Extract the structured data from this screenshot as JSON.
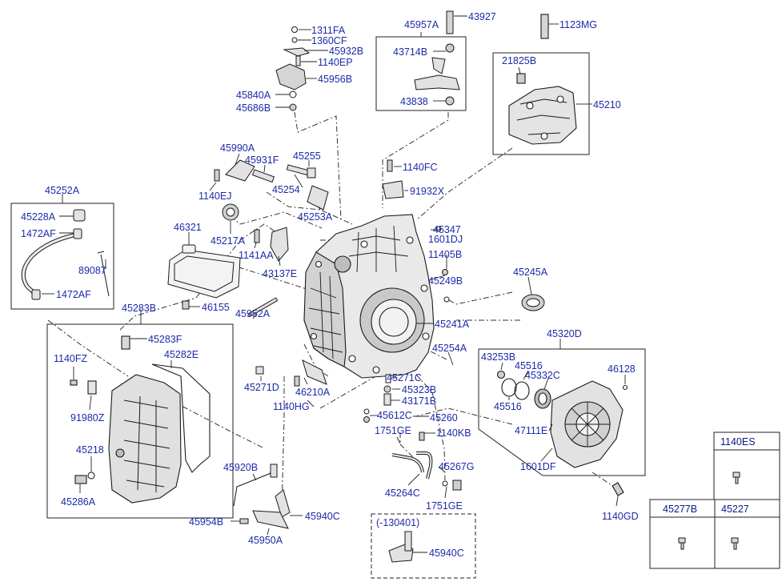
{
  "colors": {
    "label": "#1c2ba8",
    "line": "#222222",
    "leader": "#333333",
    "part_fill": "#e6e6e6",
    "part_stroke": "#1a1a1a"
  },
  "boxes": {
    "left_hose": "45252A",
    "oil_pan": "45283B",
    "lever_bracket": "45957A",
    "mount_bracket": "45210",
    "side_cover": "45320D",
    "variant": "(-130401)"
  },
  "labels": {
    "1311FA": "1311FA",
    "1360CF": "1360CF",
    "45932B": "45932B",
    "1140EP": "1140EP",
    "45956B": "45956B",
    "45840A": "45840A",
    "45686B": "45686B",
    "45957A": "45957A",
    "43927": "43927",
    "43714B": "43714B",
    "43838": "43838",
    "1123MG": "1123MG",
    "21825B": "21825B",
    "45210": "45210",
    "45990A": "45990A",
    "45931F": "45931F",
    "45255": "45255",
    "1140EJ": "1140EJ",
    "45254": "45254",
    "45253A": "45253A",
    "1140FC": "1140FC",
    "91932X": "91932X",
    "45252A": "45252A",
    "45228A": "45228A",
    "1472AF_top": "1472AF",
    "89087": "89087",
    "1472AF_bot": "1472AF",
    "46321": "46321",
    "45217A": "45217A",
    "1141AA": "1141AA",
    "43137E": "43137E",
    "46155": "46155",
    "45952A": "45952A",
    "45347": "45347",
    "1601DJ": "1601DJ",
    "11405B": "11405B",
    "45249B": "45249B",
    "45245A": "45245A",
    "45241A": "45241A",
    "45254A": "45254A",
    "45283B": "45283B",
    "45283F": "45283F",
    "1140FZ": "1140FZ",
    "45282E": "45282E",
    "91980Z": "91980Z",
    "45218": "45218",
    "45286A": "45286A",
    "45271D": "45271D",
    "46210A": "46210A",
    "1140HG": "1140HG",
    "45271C": "45271C",
    "45323B": "45323B",
    "43171B": "43171B",
    "45612C": "45612C",
    "45260": "45260",
    "1751GE_top": "1751GE",
    "1140KB": "1140KB",
    "45267G": "45267G",
    "45264C": "45264C",
    "1751GE_bot": "1751GE",
    "45920B": "45920B",
    "45954B": "45954B",
    "45940C": "45940C",
    "45950A": "45950A",
    "45940C_b": "45940C",
    "45320D": "45320D",
    "43253B": "43253B",
    "45516_a": "45516",
    "45332C": "45332C",
    "46128": "46128",
    "45516_b": "45516",
    "47111E": "47111E",
    "1601DF": "1601DF",
    "1140GD": "1140GD"
  },
  "table": {
    "top": "1140ES",
    "bottom_left": "45277B",
    "bottom_right": "45227"
  }
}
